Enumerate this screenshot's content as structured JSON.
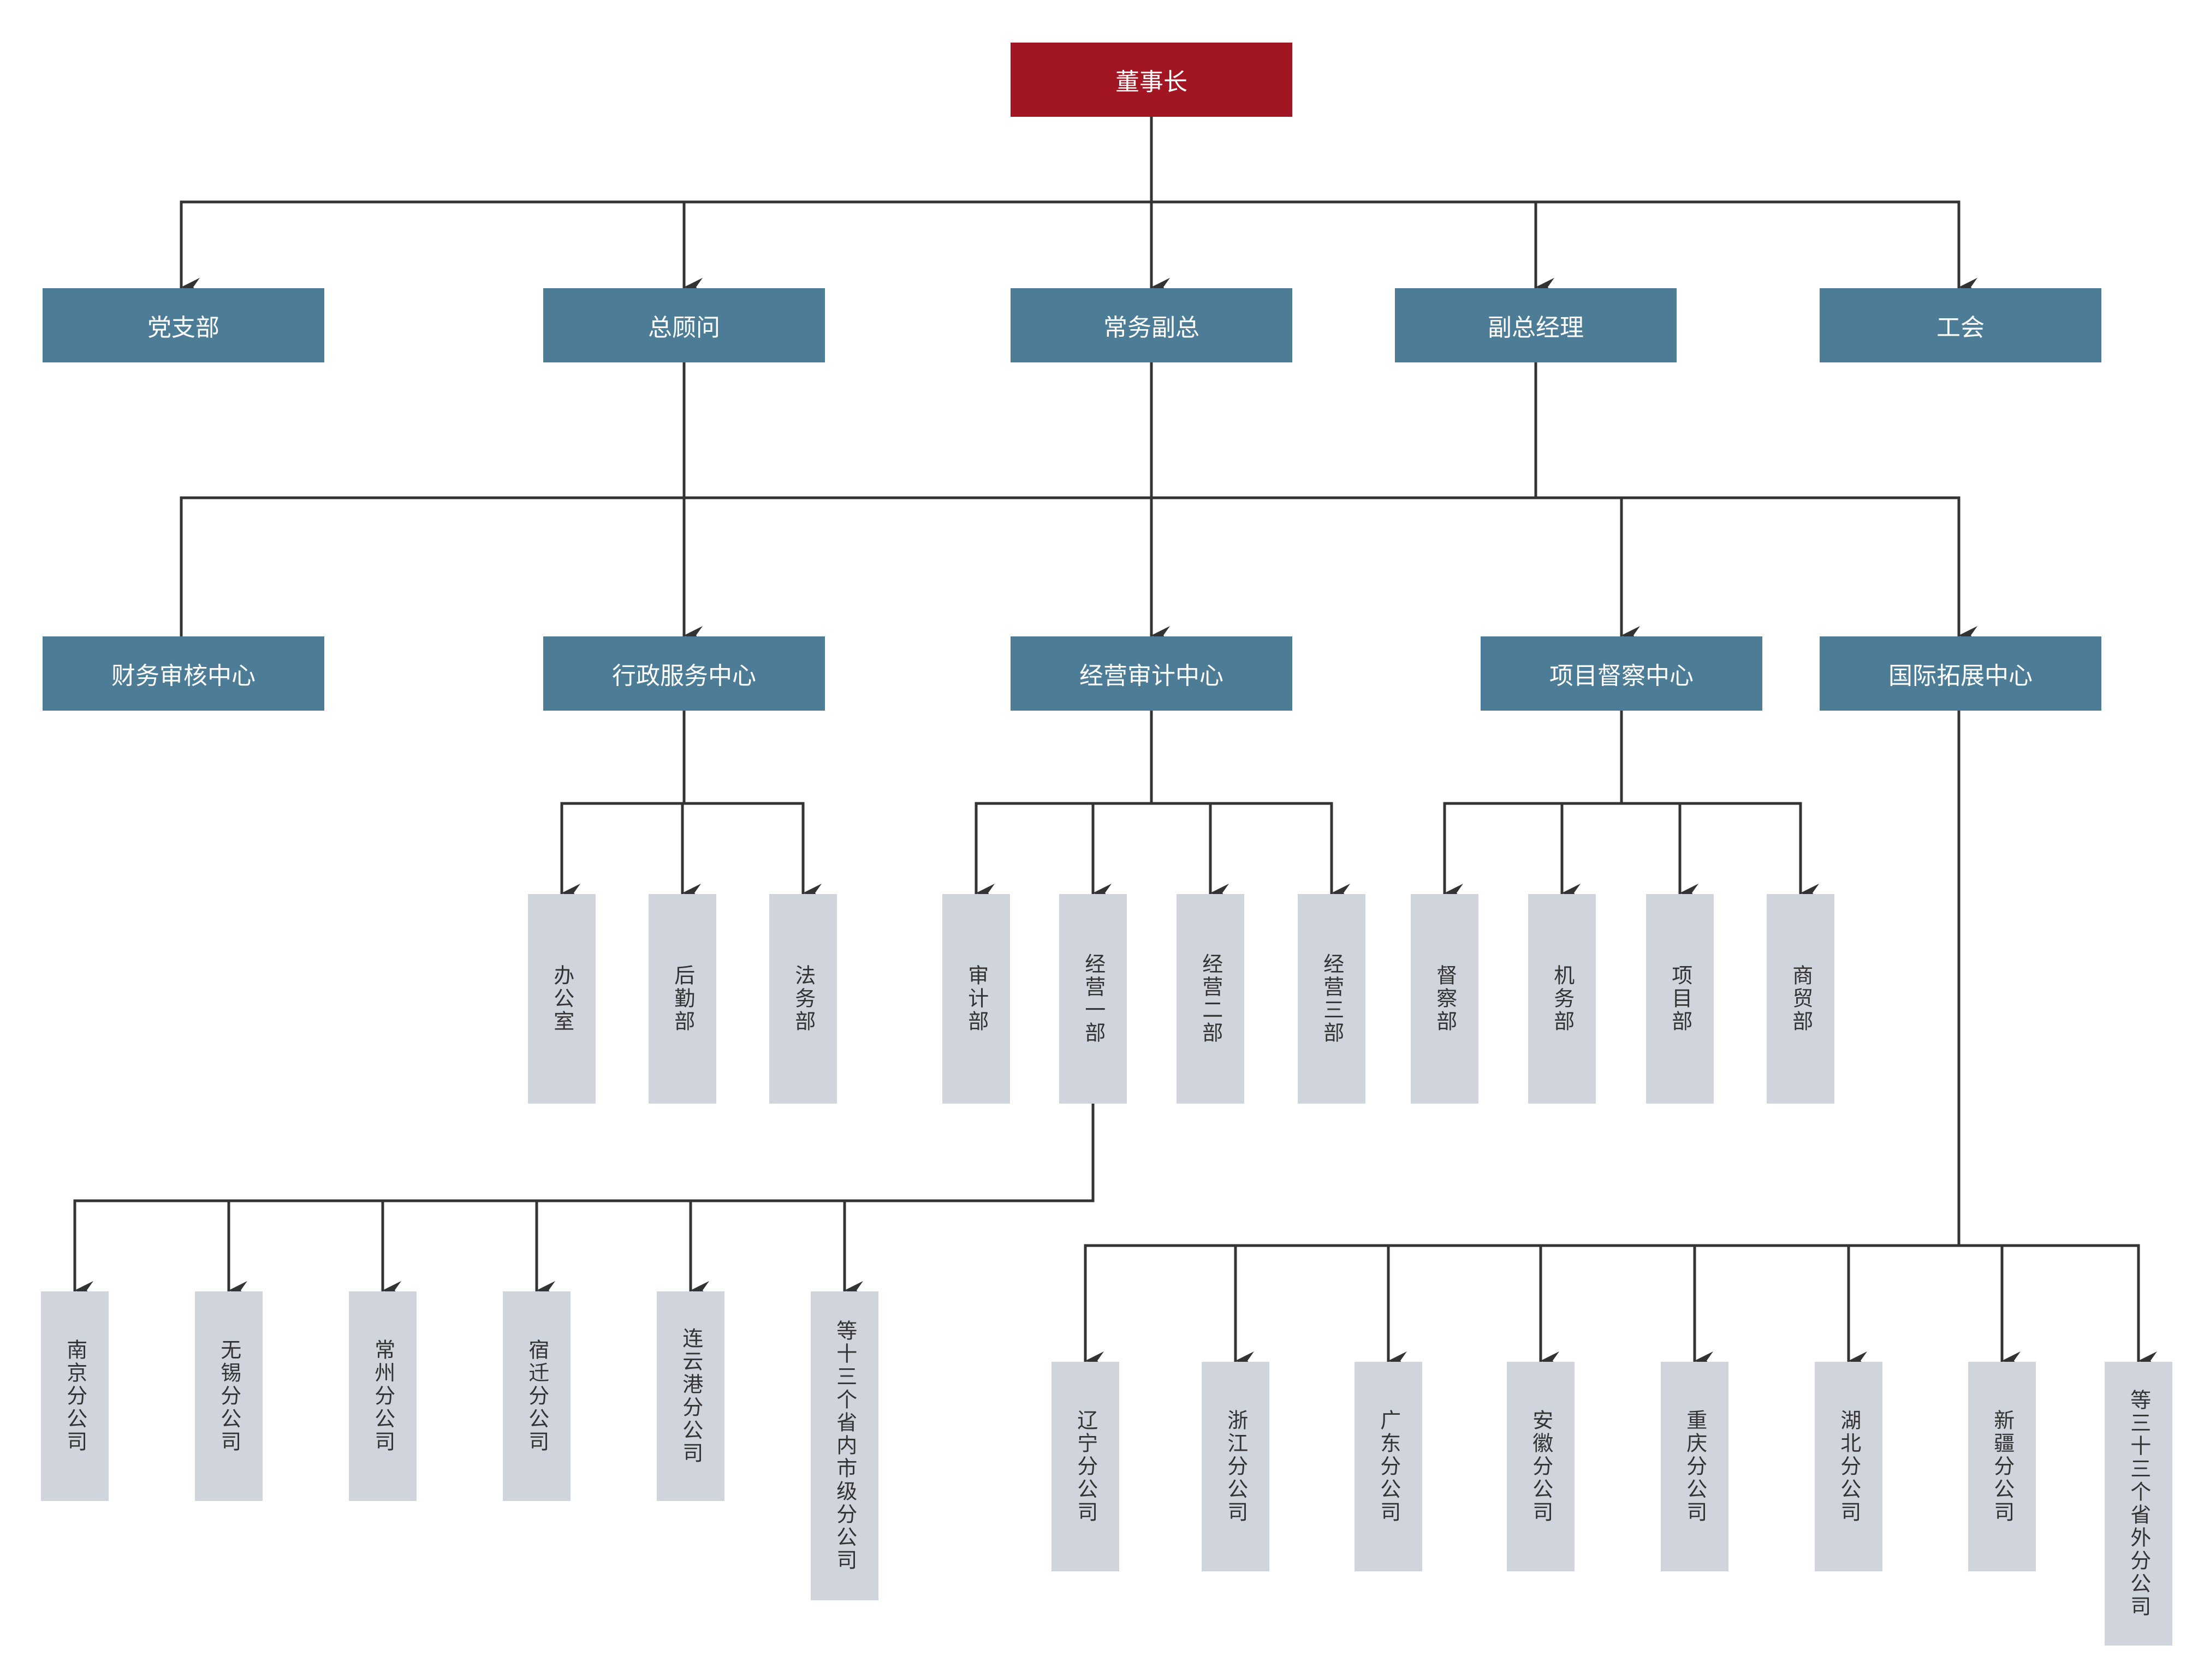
{
  "chart": {
    "root": "董事长",
    "level1": [
      "党支部",
      "总顾问",
      "常务副总",
      "副总经理",
      "工会"
    ],
    "centers": [
      "财务审核中心",
      "行政服务中心",
      "经营审计中心",
      "项目督察中心",
      "国际拓展中心"
    ],
    "admin_depts": [
      "办公室",
      "后勤部",
      "法务部"
    ],
    "audit_depts": [
      "审计部",
      "经营一部",
      "经营二部",
      "经营三部"
    ],
    "inspect_depts": [
      "督察部",
      "机务部",
      "项目部",
      "商贸部"
    ],
    "domestic_branches": [
      "南京分公司",
      "无锡分公司",
      "常州分公司",
      "宿迁分公司",
      "连云港分公司",
      "等十三个省内市级分公司"
    ],
    "intl_branches": [
      "辽宁分公司",
      "浙江分公司",
      "广东分公司",
      "安徽分公司",
      "重庆分公司",
      "湖北分公司",
      "新疆分公司",
      "等三十三个省外分公司"
    ]
  },
  "colors": {
    "chair": "#a21623",
    "dept": "#4d7d96",
    "leaf": "#d0d4dd",
    "line": "#333333"
  }
}
